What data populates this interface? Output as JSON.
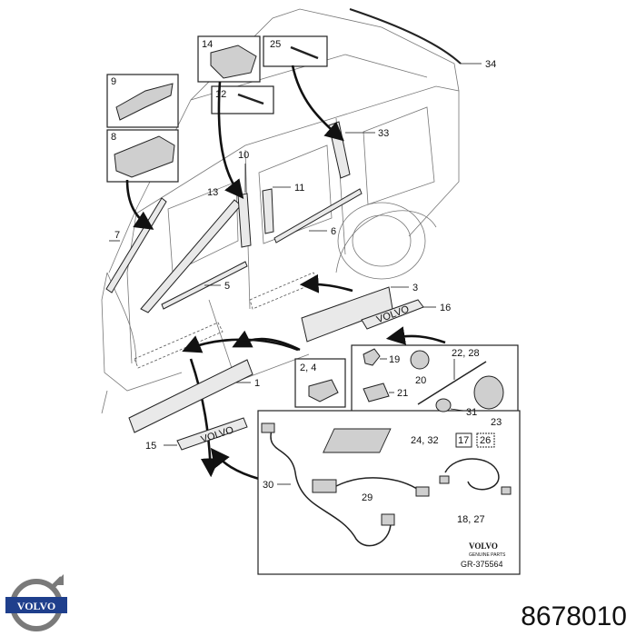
{
  "diagram": {
    "callouts": {
      "n1": "1",
      "n2_4": "2, 4",
      "n3": "3",
      "n5": "5",
      "n6": "6",
      "n7": "7",
      "n8": "8",
      "n9": "9",
      "n10": "10",
      "n11": "11",
      "n12": "12",
      "n13": "13",
      "n14": "14",
      "n15": "15",
      "n16": "16",
      "n17": "17",
      "n19": "19",
      "n20": "20",
      "n21": "21",
      "n22_28": "22, 28",
      "n23": "23",
      "n24_32": "24, 32",
      "n25": "25",
      "n26": "26",
      "n29": "29",
      "n30": "30",
      "n31": "31",
      "n18_27": "18, 27",
      "n33": "33",
      "n34": "34"
    },
    "sill_text": "VOLVO",
    "stamp_brand": "VOLVO",
    "stamp_sub": "GENUINE PARTS",
    "ref_code": "GR-375564"
  },
  "part_number": "8678010",
  "logo_text": "VOLVO",
  "colors": {
    "line": "#222222",
    "logo_blue": "#1f3f8c"
  }
}
